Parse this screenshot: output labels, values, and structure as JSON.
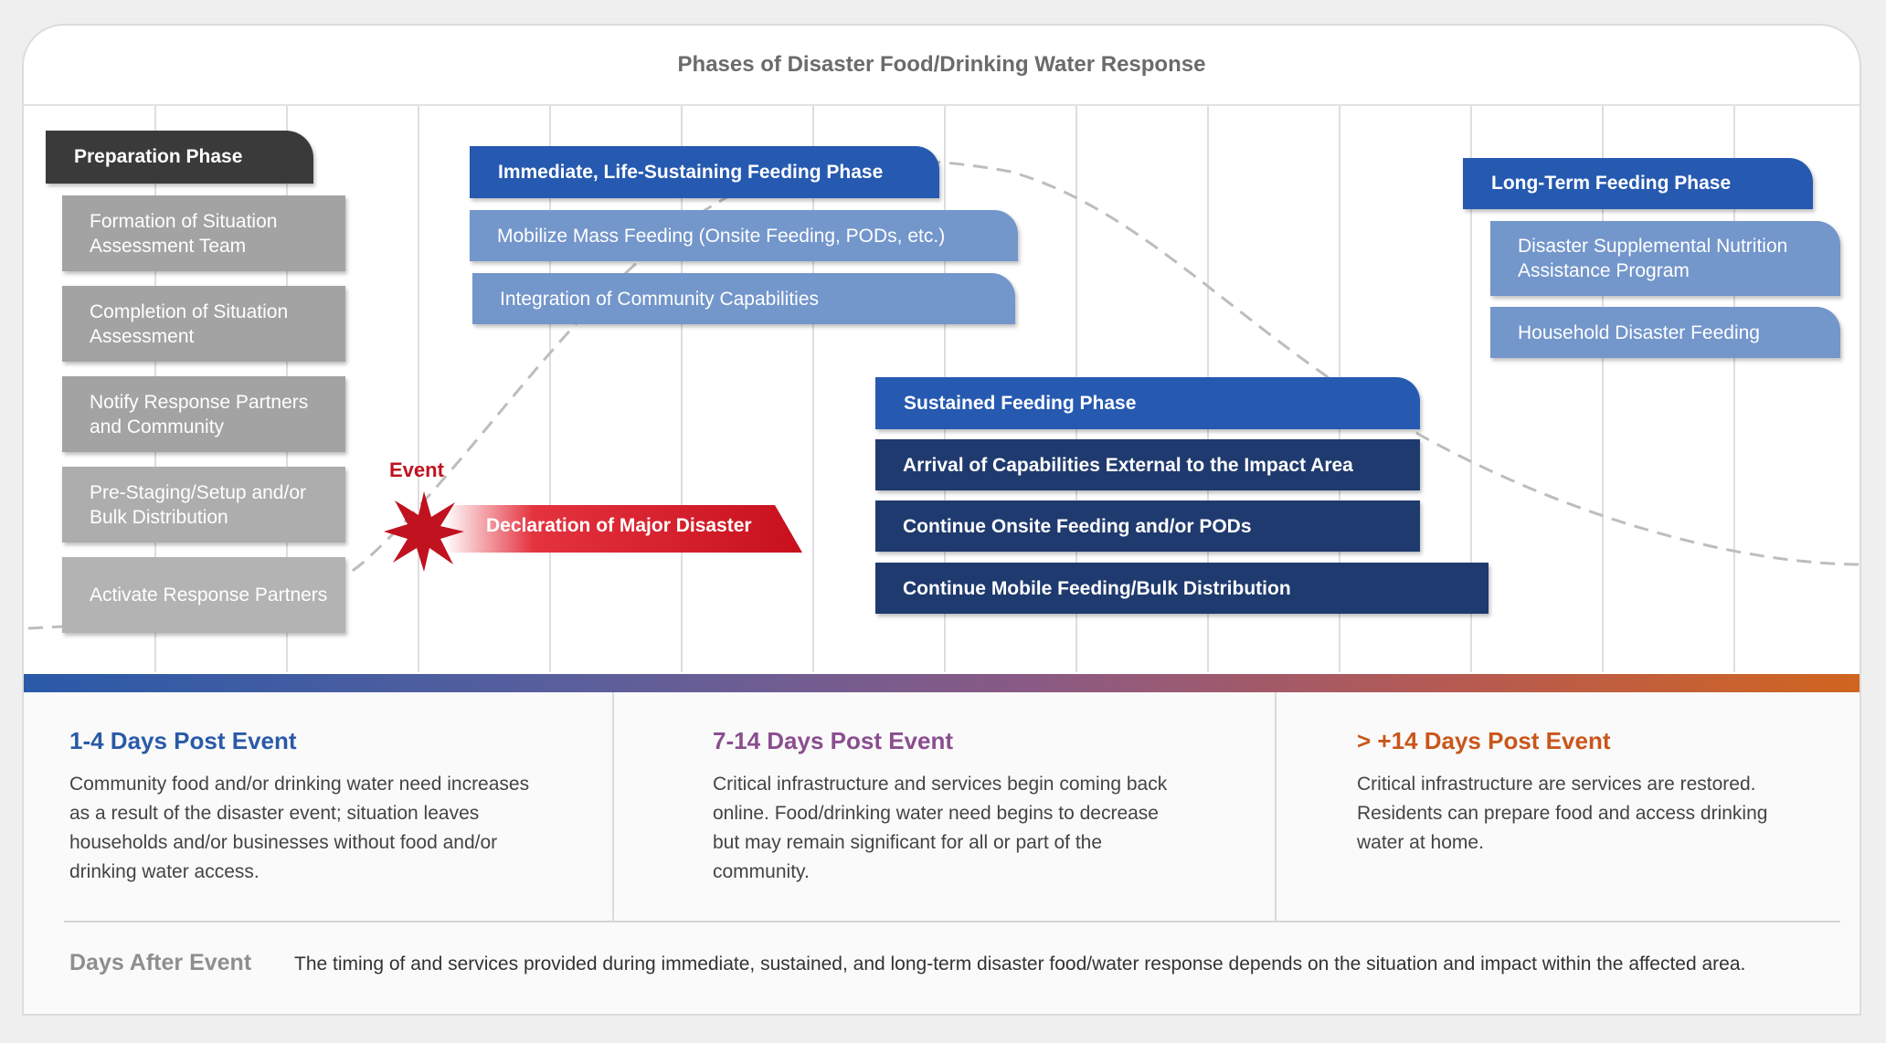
{
  "title": "Phases of Disaster Food/Drinking Water Response",
  "colors": {
    "preparation_tab": "#3a3a3a",
    "phase_tab_blue": "#2659b0",
    "light_blue_box": "#7396cb",
    "navy_box": "#1f3a6e",
    "gray_box": "#a3a3a3",
    "event_red": "#c0121f",
    "col1_heading": "#2a5aa8",
    "col2_heading": "#8a4e8f",
    "col3_heading": "#c9561b"
  },
  "preparation": {
    "tab": "Preparation Phase",
    "steps": [
      "Formation of Situation Assessment Team",
      "Completion of Situation Assessment",
      "Notify Response Partners and Community",
      "Pre-Staging/Setup and/or Bulk Distribution",
      "Activate Response Partners"
    ]
  },
  "event": {
    "label": "Event",
    "declaration": "Declaration of Major Disaster"
  },
  "immediate": {
    "tab": "Immediate, Life-Sustaining Feeding Phase",
    "items": [
      "Mobilize Mass Feeding (Onsite Feeding, PODs, etc.)",
      "Integration of Community Capabilities"
    ]
  },
  "sustained": {
    "tab": "Sustained Feeding Phase",
    "items": [
      "Arrival of Capabilities External to the Impact Area",
      "Continue  Onsite Feeding and/or PODs",
      "Continue  Mobile Feeding/Bulk Distribution"
    ]
  },
  "longterm": {
    "tab": "Long-Term Feeding Phase",
    "items": [
      "Disaster Supplemental Nutrition Assistance Program",
      "Household Disaster Feeding"
    ]
  },
  "columns": [
    {
      "heading": "1-4 Days Post Event",
      "text": "Community food and/or drinking water need increases as a result of the disaster event; situation leaves households and/or businesses without food and/or drinking water access."
    },
    {
      "heading": "7-14 Days Post Event",
      "text": "Critical infrastructure and services begin coming back online. Food/drinking water need begins to decrease but may remain significant for all or part of the community."
    },
    {
      "heading": "> +14 Days Post Event",
      "text": "Critical infrastructure are services are restored. Residents can prepare food and access drinking water at home."
    }
  ],
  "footer": {
    "label": "Days After Event",
    "note": "The timing of and services provided during immediate, sustained, and long-term disaster food/water response depends on the situation and impact within the affected area."
  }
}
